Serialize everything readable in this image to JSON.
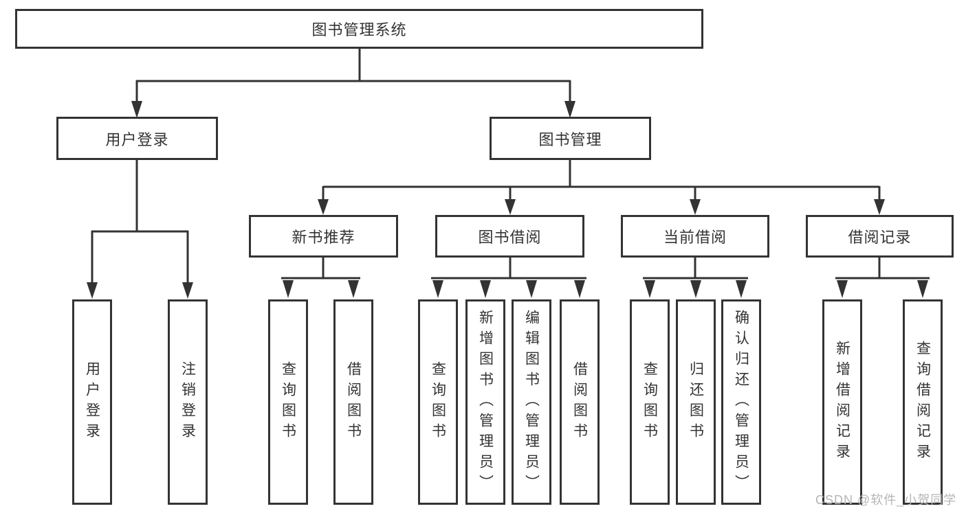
{
  "diagram": {
    "root": "图书管理系统",
    "branches": [
      {
        "label": "用户登录",
        "children": [
          "用户登录",
          "注销登录"
        ]
      },
      {
        "label": "图书管理",
        "groups": [
          {
            "label": "新书推荐",
            "children": [
              "查询图书",
              "借阅图书"
            ]
          },
          {
            "label": "图书借阅",
            "children": [
              "查询图书",
              "新增图书（管理员）",
              "编辑图书（管理员）",
              "借阅图书"
            ]
          },
          {
            "label": "当前借阅",
            "children": [
              "查询图书",
              "归还图书",
              "确认归还（管理员）"
            ]
          },
          {
            "label": "借阅记录",
            "children": [
              "新增借阅记录",
              "查询借阅记录"
            ]
          }
        ]
      }
    ]
  },
  "watermark": {
    "text": "CSDN @软件_小贺同学"
  },
  "colors": {
    "line": "#333333",
    "text": "#333333",
    "watermark": "#b5b5b5",
    "background": "#ffffff"
  }
}
